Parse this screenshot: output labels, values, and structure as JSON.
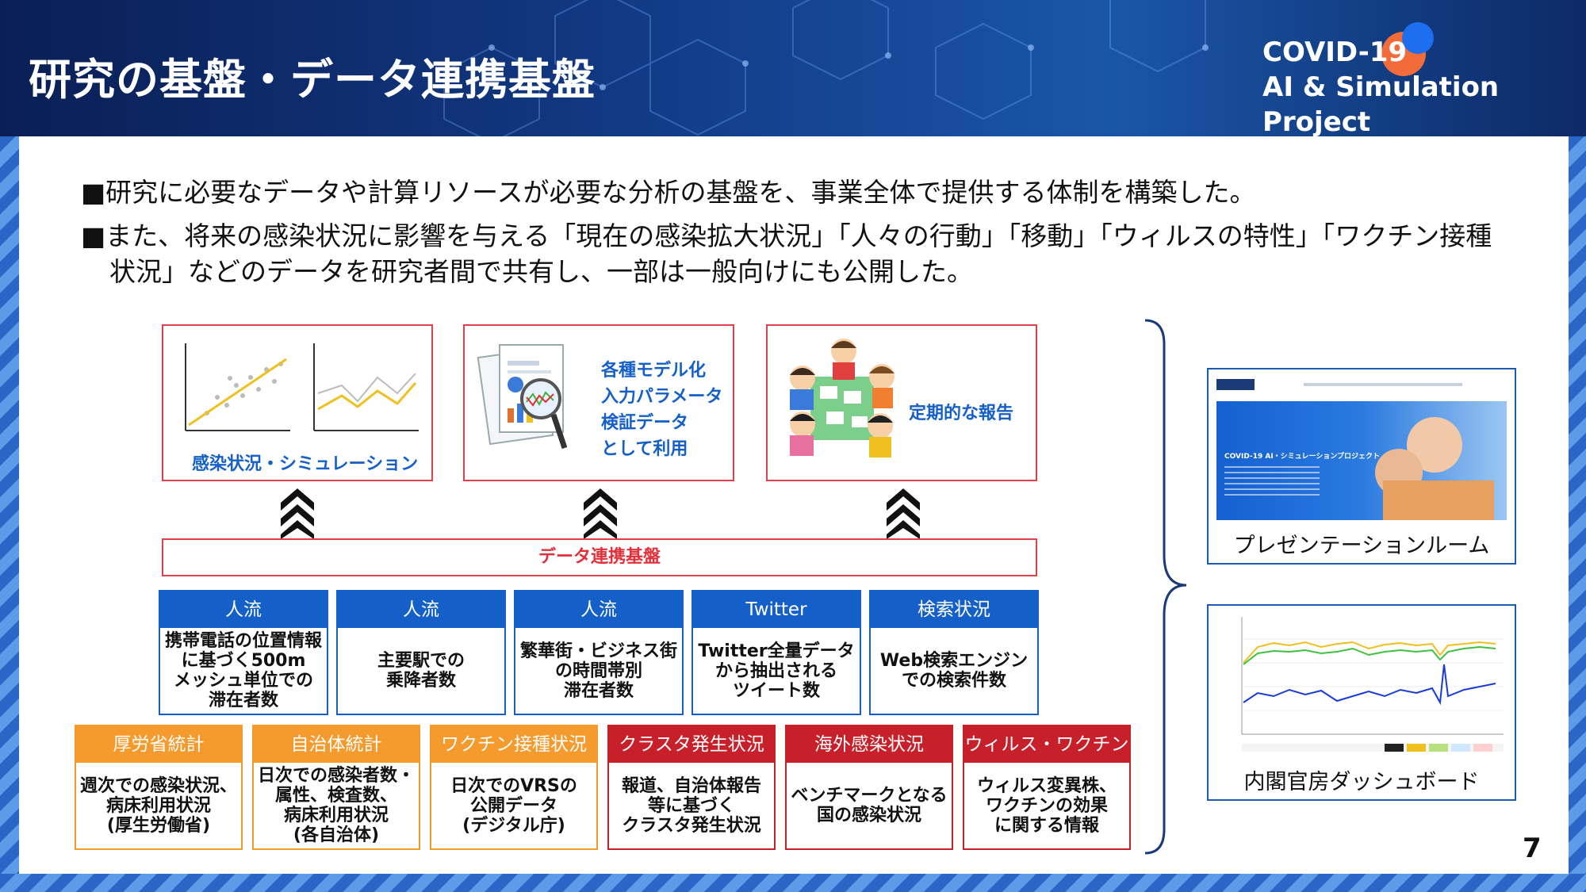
{
  "header": {
    "title": "研究の基盤・データ連携基盤",
    "brand_line1": "COVID-19",
    "brand_line2": "AI & Simulation Project"
  },
  "bullets": {
    "b1": "■研究に必要なデータや計算リソースが必要な分析の基盤を、事業全体で提供する体制を構築した。",
    "b2_line1": "■また、将来の感染状況に影響を与える「現在の感染拡大状況」「人々の行動」「移動」「ウィルスの特性」「ワクチン接種",
    "b2_line2": "状況」などのデータを研究者間で共有し、一部は一般向けにも公開した。"
  },
  "uses": {
    "simulation": "感染状況・シミュレーション",
    "models": [
      "各種モデル化",
      "入力パラメータ",
      "検証データ",
      "として利用"
    ],
    "report": "定期的な報告"
  },
  "platform_label": "データ連携基盤",
  "sources_row1": [
    {
      "head": "人流",
      "body": "携帯電話の位置情報\nに基づく500m\nメッシュ単位での\n滞在者数"
    },
    {
      "head": "人流",
      "body": "主要駅での\n乗降者数"
    },
    {
      "head": "人流",
      "body": "繁華街・ビジネス街\nの時間帯別\n滞在者数"
    },
    {
      "head": "Twitter",
      "body": "Twitter全量データ\nから抽出される\nツイート数"
    },
    {
      "head": "検索状況",
      "body": "Web検索エンジン\nでの検索件数"
    }
  ],
  "sources_row2": [
    {
      "head": "厚労省統計",
      "body": "週次での感染状況、\n病床利用状況\n(厚生労働省)"
    },
    {
      "head": "自治体統計",
      "body": "日次での感染者数・\n属性、検査数、\n病床利用状況\n(各自治体)"
    },
    {
      "head": "ワクチン接種状況",
      "body": "日次でのVRSの\n公開データ\n(デジタル庁)"
    },
    {
      "head": "クラスタ発生状況",
      "body": "報道、自治体報告\n等に基づく\nクラスタ発生状況"
    },
    {
      "head": "海外感染状況",
      "body": "ベンチマークとなる\n国の感染状況"
    },
    {
      "head": "ウィルス・ワクチン",
      "body": "ウィルス変異株、\nワクチンの効果\nに関する情報"
    }
  ],
  "thumbs": {
    "presentation_caption": "プレゼンテーションルーム",
    "presentation_screen_title": "COVID-19 AI・シミュレーションプロジェクト",
    "dashboard_caption": "内閣官房ダッシュボード"
  },
  "colors": {
    "blue": "#1560c8",
    "orange": "#f59a2c",
    "red": "#c8202a",
    "frame_red": "#e0404a"
  },
  "page_number": "7"
}
